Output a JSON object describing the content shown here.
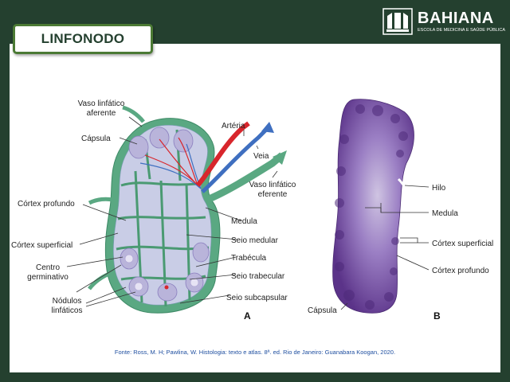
{
  "slide": {
    "title": "LINFONODO",
    "logo_name": "BAHIANA",
    "logo_subtitle": "ESCOLA DE MEDICINA E SAÚDE PÚBLICA"
  },
  "figure_a": {
    "letter": "A",
    "labels": {
      "vaso_aferente_1": "Vaso linfático",
      "vaso_aferente_2": "aferente",
      "capsula": "Cápsula",
      "cortex_profundo": "Córtex profundo",
      "cortex_superficial": "Córtex superficial",
      "centro_germinativo_1": "Centro",
      "centro_germinativo_2": "germinativo",
      "nodulos_1": "Nódulos",
      "nodulos_2": "linfáticos",
      "arteria": "Artéria",
      "veia": "Veia",
      "vaso_eferente_1": "Vaso linfático",
      "vaso_eferente_2": "eferente",
      "medula": "Medula",
      "seio_medular": "Seio medular",
      "trabecula": "Trabécula",
      "seio_trabecular": "Seio trabecular",
      "seio_subcapsular": "Seio subcapsular"
    }
  },
  "figure_b": {
    "letter": "B",
    "labels": {
      "hilo": "Hilo",
      "medula": "Medula",
      "cortex_superficial": "Córtex superficial",
      "cortex_profundo": "Córtex profundo",
      "capsula": "Cápsula"
    }
  },
  "source": "Fonte: Ross, M. H; Pawlina, W. Histologia: texto e atlas. 8ª. ed. Rio de Janeiro: Guanabara Koogan, 2020.",
  "colors": {
    "header_bg": "#24402f",
    "title_border": "#4b7a34",
    "capsule_green": "#5aa882",
    "parenchyma": "#c9cde6",
    "artery_red": "#d8262c",
    "vein_blue": "#3f6fc0",
    "histology_purple": "#6a3f9a",
    "source_text": "#1f4fa0"
  }
}
